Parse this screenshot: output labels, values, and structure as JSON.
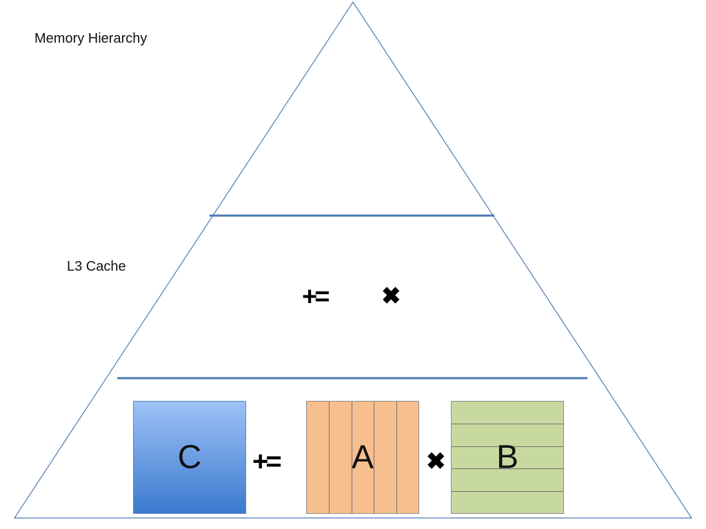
{
  "diagram": {
    "title": "Memory Hierarchy",
    "level_label": "L3 Cache",
    "operators": {
      "plus_equals": "+=",
      "times": "✖"
    },
    "matrices": {
      "c": {
        "name": "C",
        "color": "#3b7ace"
      },
      "a": {
        "name": "A",
        "color": "#f8bf8e",
        "column_blocks": 5
      },
      "b": {
        "name": "B",
        "color": "#c7d99e",
        "row_blocks": 5
      }
    },
    "colors": {
      "pyramid_outline": "#4a78b5"
    }
  }
}
